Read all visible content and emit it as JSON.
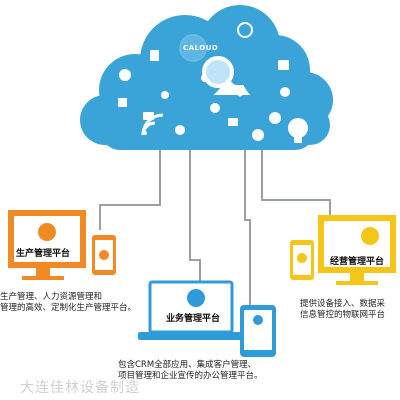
{
  "cloud": {
    "badge": "CALOUD",
    "colors": {
      "cloud": "#3aa3d8",
      "cloud_light": "#7fc8ee",
      "icon": "#ffffff"
    }
  },
  "devices": [
    {
      "key": "production",
      "label": "生产管理平台",
      "color": "#f08a24",
      "desc": [
        "生产管理、人力资源管理和",
        "管理的高效、定制化生产管理平台。"
      ]
    },
    {
      "key": "business",
      "label": "业务管理平台",
      "color": "#2f9bd8",
      "desc": [
        "包含CRM全部应用、集成客户管理、",
        "项目管理和企业宣传的办公管理平台。"
      ]
    },
    {
      "key": "operation",
      "label": "经营管理平台",
      "color": "#f5c518",
      "desc": [
        "提供设备接入、数据采",
        "信息管控的物联网平台"
      ]
    }
  ],
  "watermark": "大连佳林设备制造"
}
